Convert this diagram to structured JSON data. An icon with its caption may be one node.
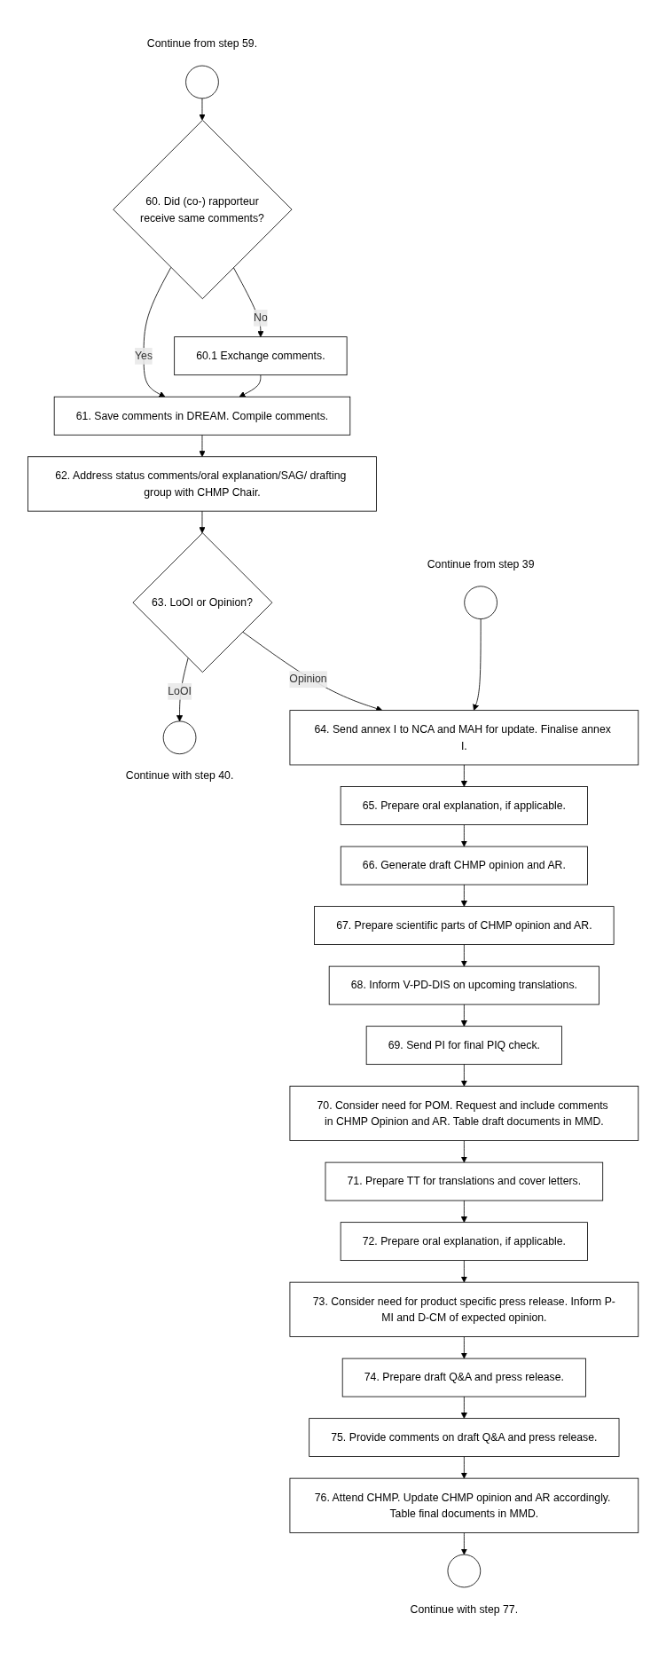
{
  "diagram": {
    "nodes": [
      {
        "text": [],
        "shape": "circle",
        "beside": [
          "Continue from step 59."
        ]
      },
      {
        "text": [
          "60. Did (co-) rapporteur receive same comments?"
        ]
      },
      {
        "text": [
          "60.1 Exchange comments."
        ]
      },
      {
        "text": [
          "61. Save comments in DREAM. Compile comments."
        ]
      },
      {
        "text": [
          "62. Address status comments/oral explanation/SAG/ drafting group with CHMP Chair."
        ]
      },
      {
        "text": [
          "63. LoOI or Opinion?"
        ]
      },
      {
        "text": [],
        "shape": "circle",
        "beside": [
          "Continue with step 40."
        ]
      },
      {
        "text": [],
        "shape": "circle",
        "beside": [
          "Continue from step 39"
        ]
      },
      {
        "text": [
          "64. Send annex I to NCA and MAH for update. Finalise annex I."
        ]
      },
      {
        "text": [
          "65. Prepare oral explanation, if applicable."
        ]
      },
      {
        "text": [
          "66. Generate draft CHMP opinion and AR."
        ]
      },
      {
        "text": [
          "67. Prepare scientific parts of CHMP opinion and AR."
        ]
      },
      {
        "text": [
          "68. Inform V-PD-DIS on upcoming translations."
        ]
      },
      {
        "text": [
          "69. Send PI for final PIQ check."
        ]
      },
      {
        "text": [
          "70. Consider need for POM. Request and include comments in CHMP Opinion and AR. Table draft documents in MMD."
        ]
      },
      {
        "text": [
          "71. Prepare TT for translations and cover letters."
        ]
      },
      {
        "text": [
          "72. Prepare oral explanation, if applicable."
        ]
      },
      {
        "text": [
          "73. Consider need for product specific press release. Inform P-MI and D-CM of expected opinion."
        ]
      },
      {
        "text": [
          "74. Prepare draft Q&A and press release."
        ]
      },
      {
        "text": [
          "75. Provide comments on draft Q&A and press release."
        ]
      },
      {
        "text": [
          "76. Attend CHMP. Update CHMP opinion and AR accordingly. Table final documents in MMD."
        ]
      },
      {
        "text": [],
        "shape": "circle",
        "beside": [
          "Continue with step 77."
        ]
      }
    ],
    "edges": [
      {
        "from": 0,
        "to": 1,
        "arrow": "to"
      },
      {
        "from": 1,
        "to": 2,
        "label": "No",
        "arrow": "to"
      },
      {
        "from": 1,
        "to": 3,
        "label": "Yes",
        "arrow": "to"
      },
      {
        "from": 2,
        "to": 3,
        "arrow": "to"
      },
      {
        "from": 3,
        "to": 4,
        "arrow": "to"
      },
      {
        "from": 4,
        "to": 5,
        "arrow": "to"
      },
      {
        "from": 5,
        "to": 6,
        "label": "LoOI",
        "arrow": "to"
      },
      {
        "from": 5,
        "to": 8,
        "label": "Opinion",
        "arrow": "to"
      },
      {
        "from": 7,
        "to": 8,
        "arrow": "to"
      },
      {
        "from": 8,
        "to": 9,
        "arrow": "to"
      },
      {
        "from": 9,
        "to": 10,
        "arrow": "to"
      },
      {
        "from": 10,
        "to": 11,
        "arrow": "to"
      },
      {
        "from": 11,
        "to": 12,
        "arrow": "to"
      },
      {
        "from": 12,
        "to": 13,
        "arrow": "to"
      },
      {
        "from": 13,
        "to": 14,
        "arrow": "to"
      },
      {
        "from": 14,
        "to": 15,
        "arrow": "to"
      },
      {
        "from": 15,
        "to": 16,
        "arrow": "to"
      },
      {
        "from": 16,
        "to": 17,
        "arrow": "to"
      },
      {
        "from": 17,
        "to": 18,
        "arrow": "to"
      },
      {
        "from": 18,
        "to": 19,
        "arrow": "to"
      },
      {
        "from": 19,
        "to": 20,
        "arrow": "to"
      },
      {
        "from": 20,
        "to": 21,
        "arrow": "to"
      }
    ]
  }
}
